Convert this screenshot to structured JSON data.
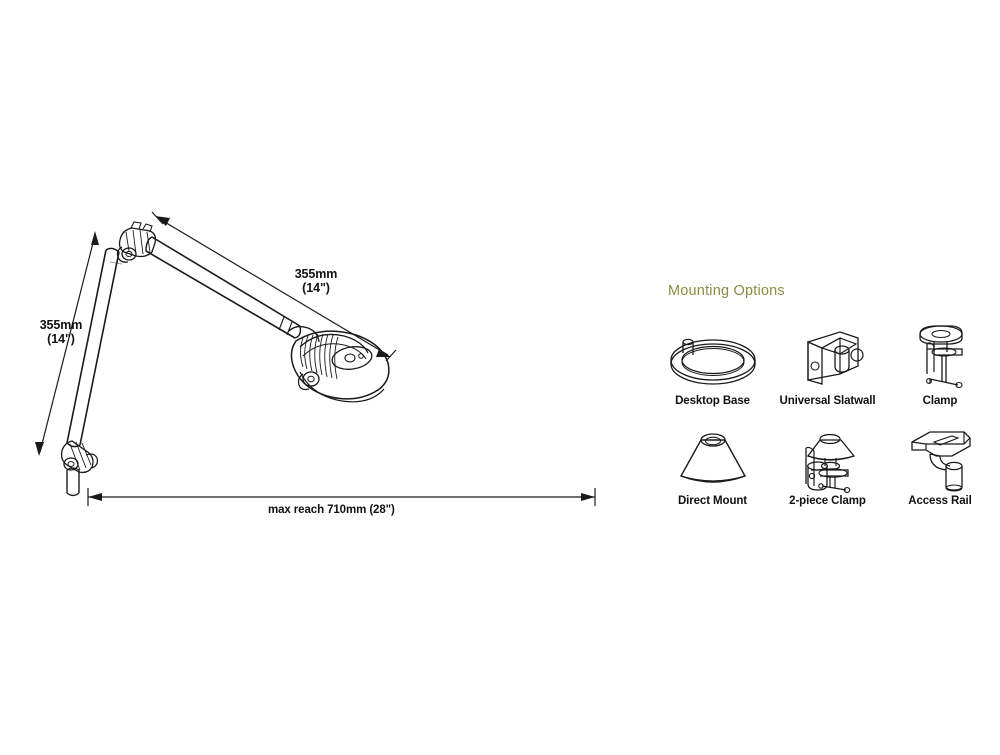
{
  "page": {
    "background_color": "#ffffff",
    "line_color": "#1a1a1a",
    "text_color": "#111111"
  },
  "diagram": {
    "name": "articulating task lamp arm dimensions",
    "dimensions": {
      "vertical_arm": {
        "label_line1": "355mm",
        "label_line2": "(14\")",
        "value_mm": 355,
        "value_in": 14
      },
      "upper_arm": {
        "label_line1": "355mm",
        "label_line2": "(14\")",
        "value_mm": 355,
        "value_in": 14
      },
      "max_reach": {
        "label": "max reach 710mm (28\")",
        "value_mm": 710,
        "value_in": 28
      }
    }
  },
  "mounting": {
    "title": "Mounting Options",
    "title_color": "#8e8c42",
    "options": [
      {
        "label": "Desktop Base",
        "icon": "desktop-base-icon"
      },
      {
        "label": "Universal Slatwall",
        "icon": "universal-slatwall-icon"
      },
      {
        "label": "Clamp",
        "icon": "clamp-icon"
      },
      {
        "label": "Direct Mount",
        "icon": "direct-mount-icon"
      },
      {
        "label": "2-piece Clamp",
        "icon": "two-piece-clamp-icon"
      },
      {
        "label": "Access Rail",
        "icon": "access-rail-icon"
      }
    ]
  }
}
